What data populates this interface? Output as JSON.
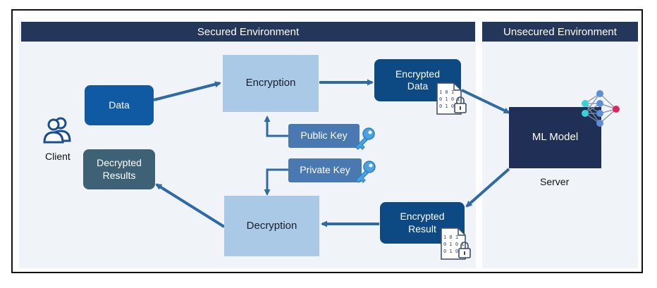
{
  "secured_env": {
    "title": "Secured Environment"
  },
  "unsecured_env": {
    "title": "Unsecured Environment"
  },
  "client": {
    "label": "Client"
  },
  "server": {
    "label": "Server"
  },
  "nodes": {
    "data": "Data",
    "encryption": "Encryption",
    "encrypted_data_line1": "Encrypted",
    "encrypted_data_line2": "Data",
    "public_key": "Public Key",
    "private_key": "Private Key",
    "ml_model": "ML Model",
    "encrypted_result_line1": "Encrypted",
    "encrypted_result_line2": "Result",
    "decryption": "Decryption",
    "decrypted_line1": "Decrypted",
    "decrypted_line2": "Results"
  },
  "binary_doc": {
    "row1": "1 0 1",
    "row2": "0 1 0 1",
    "row3": "0 1 0 1"
  },
  "colors": {
    "header": "#24365a",
    "panel": "#f0f3f7",
    "light_box": "#aac9e6",
    "blue_box": "#0f5aa3",
    "navy_box": "#0d4a84",
    "slate_box": "#3f6176",
    "dark_box": "#1f2f55",
    "key_box": "#4a78b0",
    "arrow": "#2e6aa6",
    "key_icon": "#4aa3e0"
  },
  "icons": [
    "users-icon",
    "key-icon",
    "document-lock-icon",
    "neural-network-icon"
  ]
}
